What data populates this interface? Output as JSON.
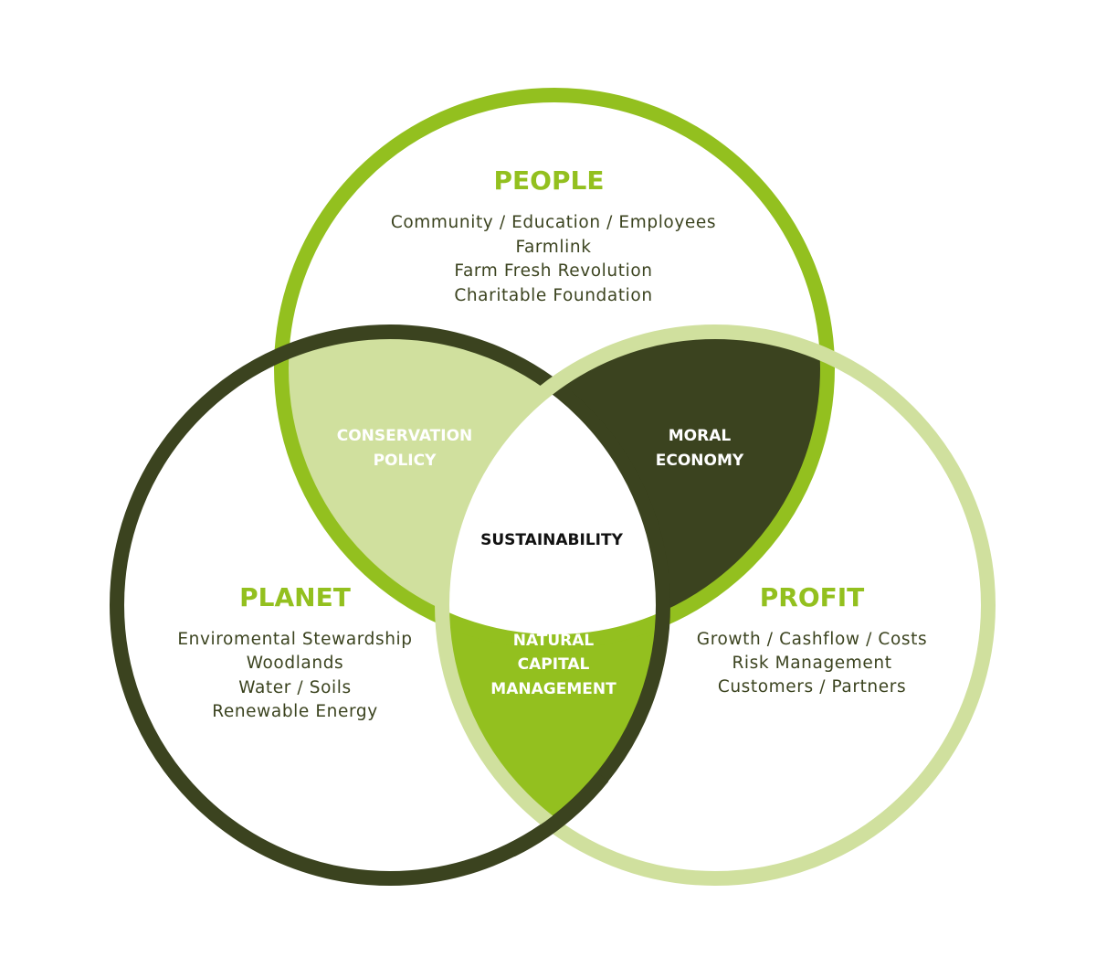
{
  "colors": {
    "people": "#93C01F",
    "planet": "#3B431F",
    "profit": "#D0E09E",
    "text_dark": "#3B431F",
    "title_green": "#93C01F",
    "white": "#FFFFFF",
    "center_text": "#111111"
  },
  "circles": {
    "people": {
      "title": "PEOPLE",
      "items": [
        "Community / Education / Employees",
        "Farmlink",
        "Farm Fresh Revolution",
        "Charitable Foundation"
      ]
    },
    "planet": {
      "title": "PLANET",
      "items": [
        "Enviromental Stewardship",
        "Woodlands",
        "Water / Soils",
        "Renewable Energy"
      ]
    },
    "profit": {
      "title": "PROFIT",
      "items": [
        "Growth / Cashflow / Costs",
        "Risk Management",
        "Customers / Partners"
      ]
    }
  },
  "overlaps": {
    "people_planet": [
      "CONSERVATION",
      "POLICY"
    ],
    "people_profit": [
      "MORAL",
      "ECONOMY"
    ],
    "planet_profit": [
      "NATURAL",
      "CAPITAL",
      "MANAGEMENT"
    ],
    "center": "SUSTAINABILITY"
  }
}
